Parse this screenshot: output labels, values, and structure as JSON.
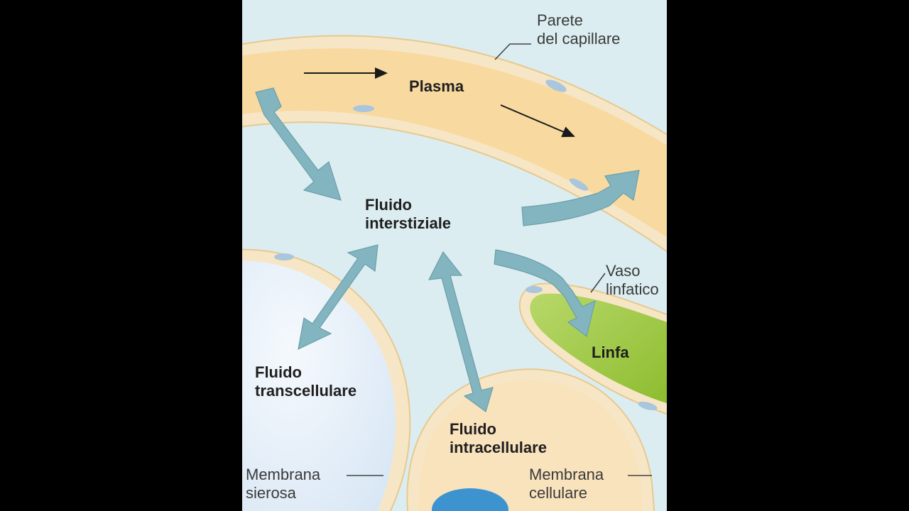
{
  "labels": {
    "capillary_wall": [
      "Parete",
      "del capillare"
    ],
    "plasma": "Plasma",
    "interstitial_fluid": [
      "Fluido",
      "interstiziale"
    ],
    "lymph_vessel": [
      "Vaso",
      "linfatico"
    ],
    "lymph": "Linfa",
    "transcellular_fluid": [
      "Fluido",
      "transcellulare"
    ],
    "intracellular_fluid": [
      "Fluido",
      "intracellulare"
    ],
    "serous_membrane": [
      "Membrana",
      "sierosa"
    ],
    "cell_membrane": [
      "Membrana",
      "cellulare"
    ]
  },
  "colors": {
    "background_frame": "#000000",
    "interstitial": "#dcedf1",
    "plasma": "#f8d9a0",
    "wall": "#f6e6c6",
    "lymph": "#9ec73e",
    "arrow": "#82b5bf",
    "nucleus": "#3d93d0",
    "cell": "#f9e3bd",
    "serosa_cavity": "#eaf2fb"
  }
}
